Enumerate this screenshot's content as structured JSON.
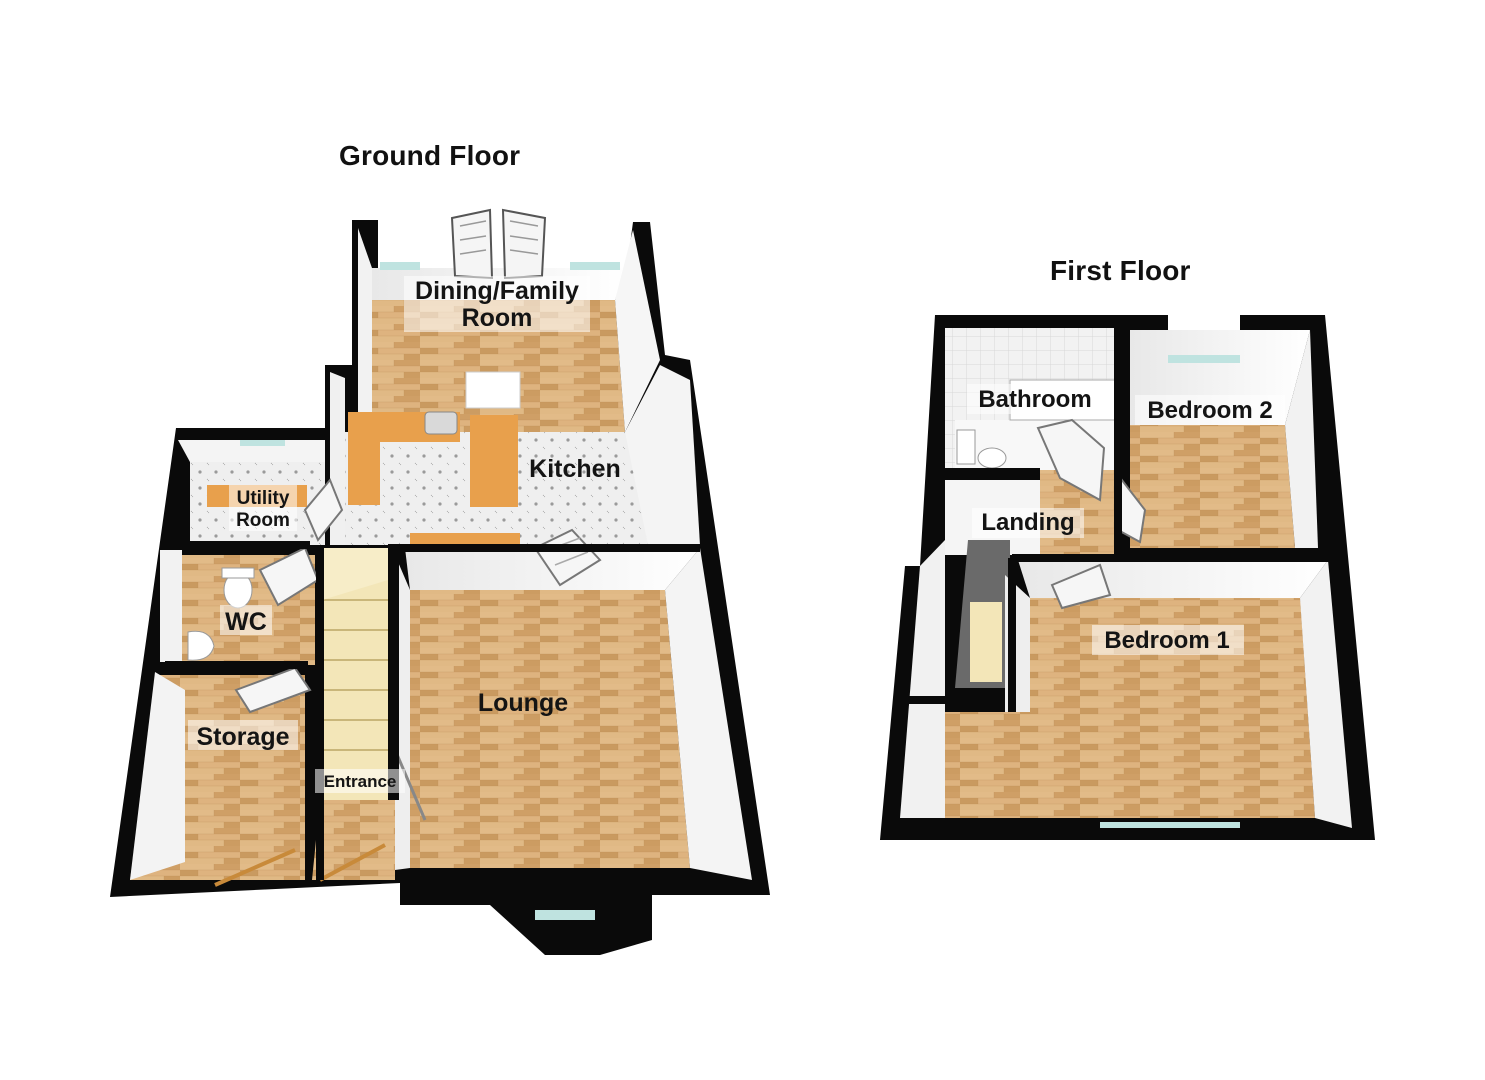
{
  "ground_floor": {
    "title": "Ground Floor",
    "rooms": {
      "dining_line1": "Dining/Family",
      "dining_line2": "Room",
      "kitchen": "Kitchen",
      "utility_line1": "Utility",
      "utility_line2": "Room",
      "wc": "WC",
      "storage": "Storage",
      "lounge": "Lounge",
      "entrance": "Entrance"
    }
  },
  "first_floor": {
    "title": "First Floor",
    "rooms": {
      "bathroom": "Bathroom",
      "bedroom2": "Bedroom 2",
      "landing": "Landing",
      "bedroom1": "Bedroom 1"
    }
  },
  "colors": {
    "wall": "#0a0a0a",
    "floor_wood": "#d9b07a",
    "floor_tile": "#ededed",
    "worktop": "#e8a04c",
    "window": "#bfe3e0"
  }
}
